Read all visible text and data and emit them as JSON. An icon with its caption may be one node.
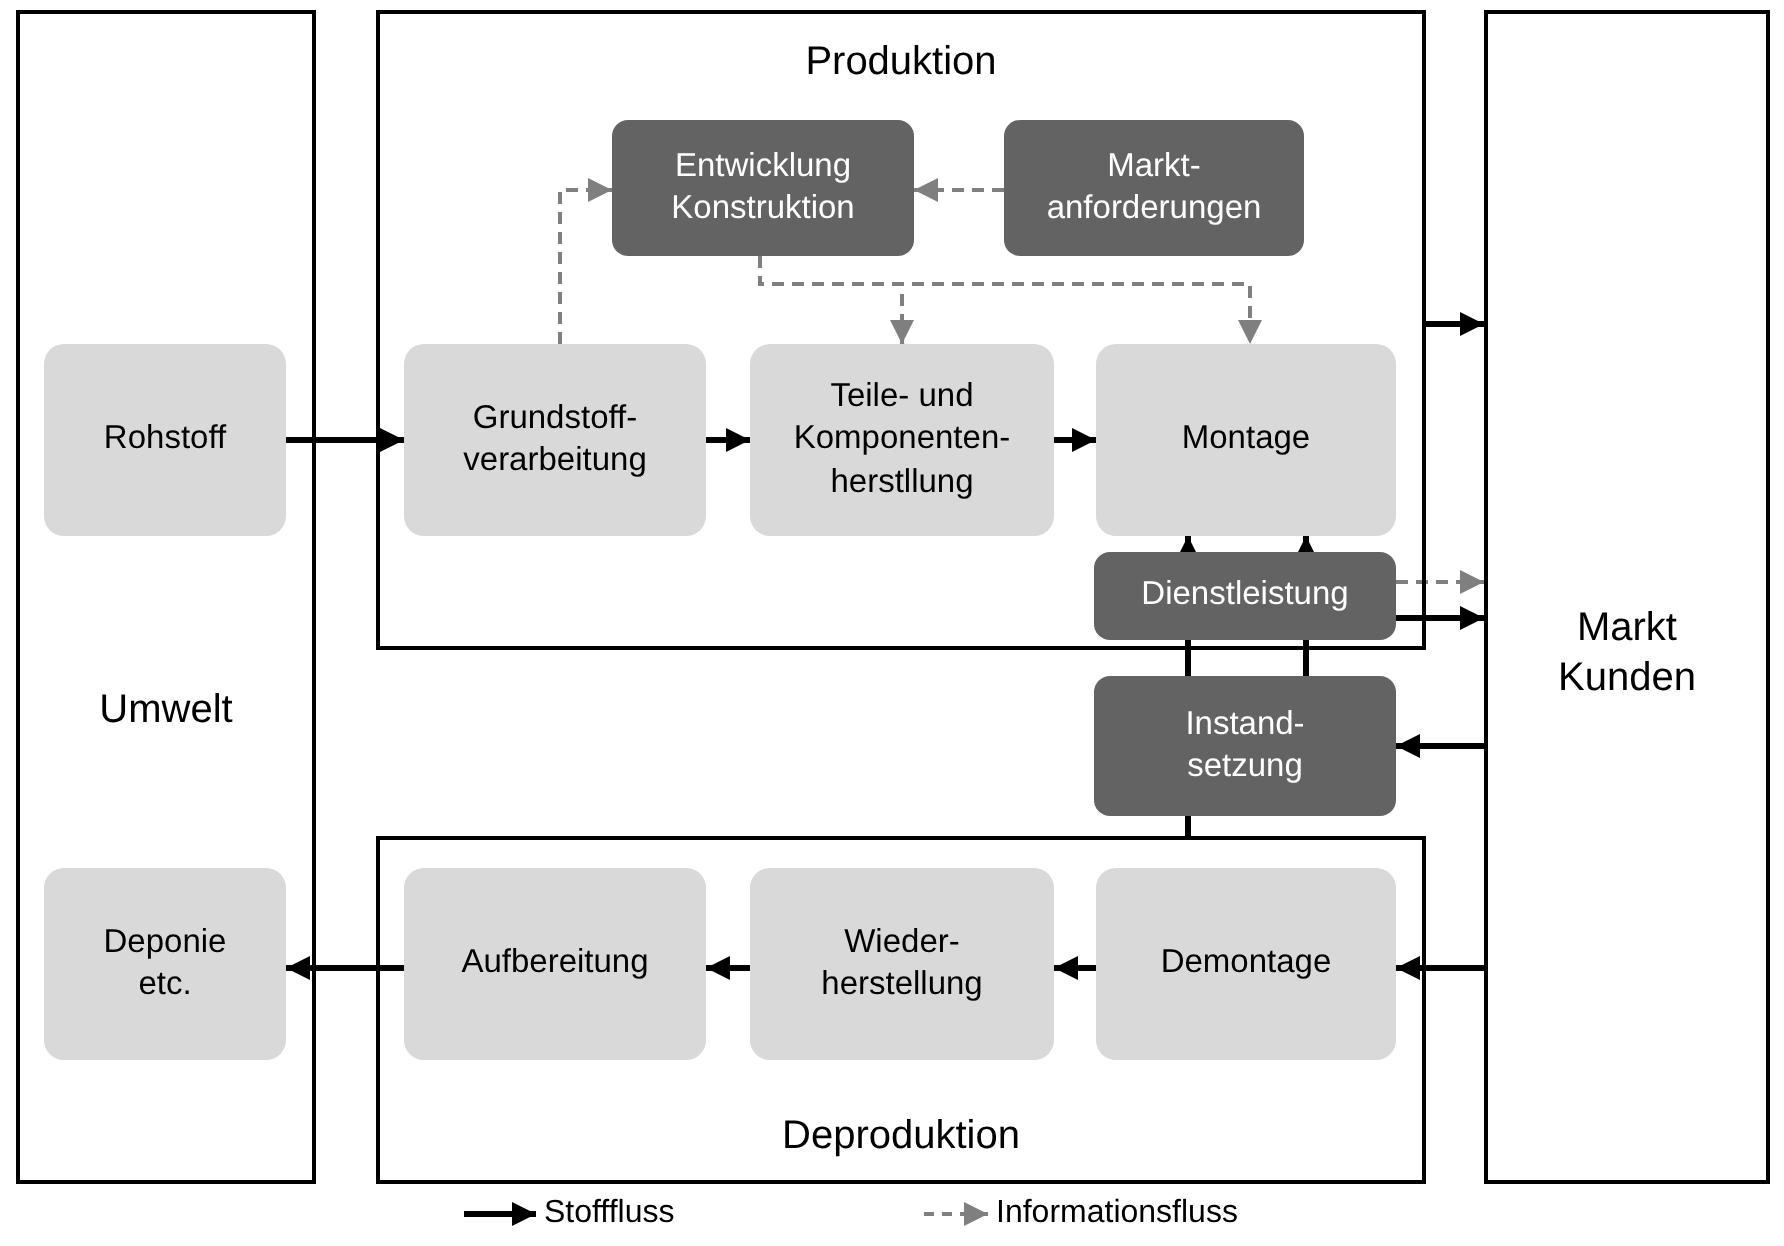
{
  "diagram": {
    "nodes": [
      {
        "text": [
          "Umwelt"
        ]
      },
      {
        "text": [
          "Rohstoff"
        ],
        "in": 0
      },
      {
        "text": [
          "Deponie etc."
        ],
        "in": 0
      },
      {
        "text": [
          "Produktion"
        ]
      },
      {
        "text": [
          "Entwicklung Konstruktion"
        ],
        "in": 3
      },
      {
        "text": [
          "Markt- anforderungen"
        ],
        "in": 3
      },
      {
        "text": [
          "Grundstoff- verarbeitung"
        ],
        "in": 3
      },
      {
        "text": [
          "Teile- und Komponenten- herstllung"
        ],
        "in": 3
      },
      {
        "text": [
          "Montage"
        ],
        "in": 3
      },
      {
        "text": [
          "Dienstleistung"
        ],
        "in": 3
      },
      {
        "text": [
          "Instand- setzung"
        ]
      },
      {
        "text": [
          "Deproduktion"
        ]
      },
      {
        "text": [
          "Aufbereitung"
        ],
        "in": 11
      },
      {
        "text": [
          "Wieder- herstellung"
        ],
        "in": 11
      },
      {
        "text": [
          "Demontage"
        ],
        "in": 11
      },
      {
        "text": [
          "Markt Kunden"
        ]
      }
    ],
    "edges": [
      {
        "from": 1,
        "to": 6,
        "arrow": "to"
      },
      {
        "from": 6,
        "to": 7,
        "arrow": "to"
      },
      {
        "from": 7,
        "to": 8,
        "arrow": "to"
      },
      {
        "from": 6,
        "to": 4,
        "arrow": "to",
        "style": "dashed",
        "color": "#7f7f7f"
      },
      {
        "from": 5,
        "to": 4,
        "arrow": "to",
        "style": "dashed",
        "color": "#7f7f7f"
      },
      {
        "from": 4,
        "to": 7,
        "arrow": "to",
        "style": "dashed",
        "color": "#7f7f7f"
      },
      {
        "from": 4,
        "to": 8,
        "arrow": "to",
        "style": "dashed",
        "color": "#7f7f7f"
      },
      {
        "from": 3,
        "to": 15,
        "arrow": "to"
      },
      {
        "from": 9,
        "to": 15,
        "arrow": "to",
        "style": "dashed",
        "color": "#7f7f7f"
      },
      {
        "from": 9,
        "to": 15,
        "arrow": "to"
      },
      {
        "from": 10,
        "to": 9,
        "arrow": "none"
      },
      {
        "from": 10,
        "to": 9,
        "arrow": "none"
      },
      {
        "from": 9,
        "to": 8,
        "arrow": "to"
      },
      {
        "from": 9,
        "to": 8,
        "arrow": "to"
      },
      {
        "from": 15,
        "to": 10,
        "arrow": "to"
      },
      {
        "from": 10,
        "to": 11,
        "arrow": "none"
      },
      {
        "from": 15,
        "to": 14,
        "arrow": "to"
      },
      {
        "from": 14,
        "to": 13,
        "arrow": "to"
      },
      {
        "from": 13,
        "to": 12,
        "arrow": "to"
      },
      {
        "from": 12,
        "to": 2,
        "arrow": "to"
      }
    ],
    "legend": [
      {
        "text": "Stofffluss"
      },
      {
        "text": "Informationsfluss"
      }
    ]
  }
}
